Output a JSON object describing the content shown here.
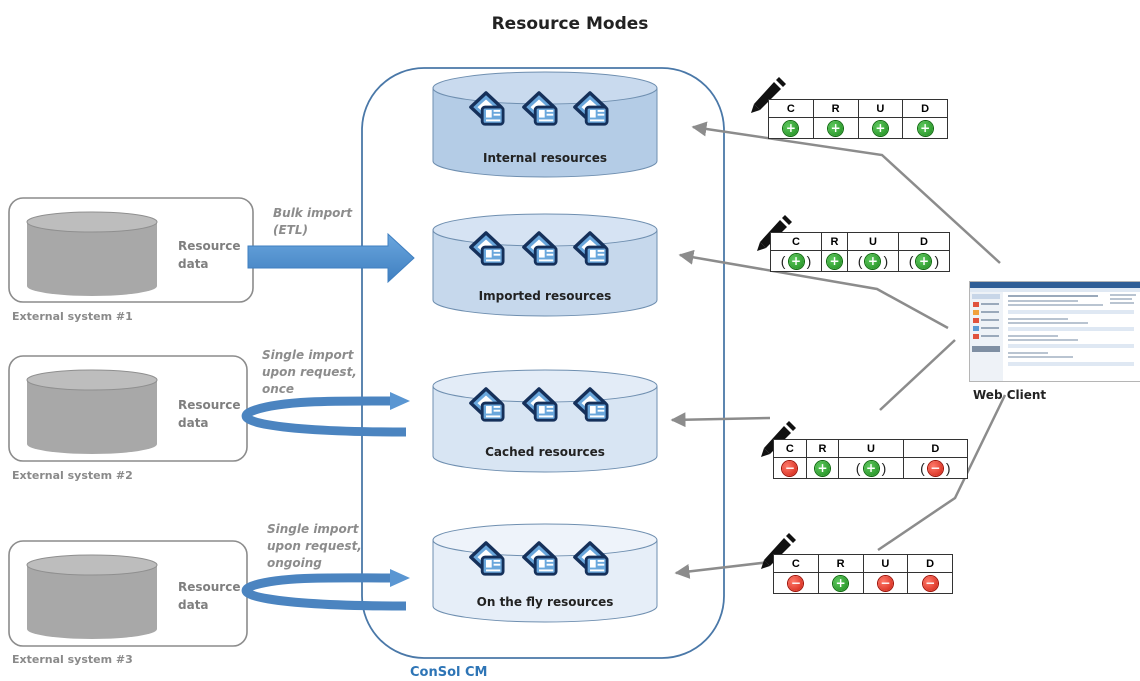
{
  "title": "Resource Modes",
  "container_label": "ConSol CM",
  "web_client_label": "Web Client",
  "external_systems": [
    {
      "label": "External system #1",
      "data_label": "Resource data"
    },
    {
      "label": "External system #2",
      "data_label": "Resource data"
    },
    {
      "label": "External system #3",
      "data_label": "Resource data"
    }
  ],
  "flows": [
    {
      "label_lines": [
        "Bulk import",
        "(ETL)"
      ]
    },
    {
      "label_lines": [
        "Single import",
        "upon request,",
        "once"
      ]
    },
    {
      "label_lines": [
        "Single import",
        "upon request,",
        "ongoing"
      ]
    }
  ],
  "pools": [
    {
      "label": "Internal resources"
    },
    {
      "label": "Imported resources"
    },
    {
      "label": "Cached resources"
    },
    {
      "label": "On the fly resources"
    }
  ],
  "crud_headers": [
    "C",
    "R",
    "U",
    "D"
  ],
  "crud_tables": [
    [
      {
        "icon": "plus-icon",
        "paren": false
      },
      {
        "icon": "plus-icon",
        "paren": false
      },
      {
        "icon": "plus-icon",
        "paren": false
      },
      {
        "icon": "plus-icon",
        "paren": false
      }
    ],
    [
      {
        "icon": "plus-icon",
        "paren": true
      },
      {
        "icon": "plus-icon",
        "paren": false
      },
      {
        "icon": "plus-icon",
        "paren": true
      },
      {
        "icon": "plus-icon",
        "paren": true
      }
    ],
    [
      {
        "icon": "minus-icon",
        "paren": false
      },
      {
        "icon": "plus-icon",
        "paren": false
      },
      {
        "icon": "plus-icon",
        "paren": true
      },
      {
        "icon": "minus-icon",
        "paren": true
      }
    ],
    [
      {
        "icon": "minus-icon",
        "paren": false
      },
      {
        "icon": "plus-icon",
        "paren": false
      },
      {
        "icon": "minus-icon",
        "paren": false
      },
      {
        "icon": "minus-icon",
        "paren": false
      }
    ]
  ],
  "colors": {
    "container_border": "#4a78a8",
    "pool_internal": "#b4cce6",
    "pool_imported": "#c6d8ec",
    "pool_cached": "#d8e5f3",
    "pool_on_the_fly": "#e6eef8",
    "arrow_blue": "#5a96d2",
    "connector_gray": "#8c8c8c",
    "plus_green": "#2ea02e",
    "minus_red": "#e53222"
  }
}
